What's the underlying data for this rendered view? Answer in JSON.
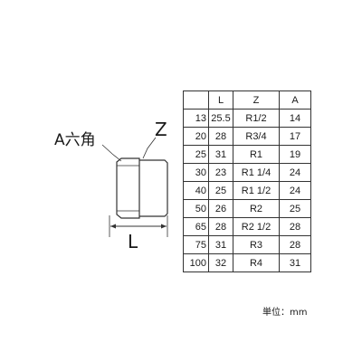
{
  "labels": {
    "a_hex": "A六角",
    "z": "Z",
    "l": "L"
  },
  "table": {
    "headers": [
      "",
      "L",
      "Z",
      "A"
    ],
    "rows": [
      [
        "13",
        "25.5",
        "R1/2",
        "14"
      ],
      [
        "20",
        "28",
        "R3/4",
        "17"
      ],
      [
        "25",
        "31",
        "R1",
        "19"
      ],
      [
        "30",
        "23",
        "R1 1/4",
        "24"
      ],
      [
        "40",
        "25",
        "R1 1/2",
        "24"
      ],
      [
        "50",
        "26",
        "R2",
        "25"
      ],
      [
        "65",
        "28",
        "R2 1/2",
        "28"
      ],
      [
        "75",
        "31",
        "R3",
        "28"
      ],
      [
        "100",
        "32",
        "R4",
        "31"
      ]
    ]
  },
  "unit": "単位：mm",
  "colors": {
    "line": "#333333",
    "text": "#1a1a1a"
  }
}
